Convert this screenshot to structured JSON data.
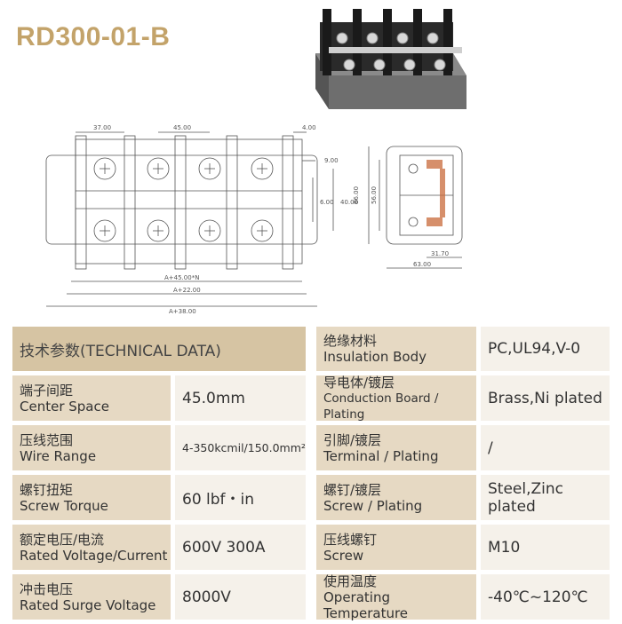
{
  "model": "RD300-01-B",
  "dims": {
    "d1": "37.00",
    "d2": "45.00",
    "d3": "4.00",
    "d4": "9.00",
    "d5": "40.00",
    "d6": "6.00",
    "d7": "A+45.00*N",
    "d8": "A+22.00",
    "d9": "A+38.00",
    "s1": "86.00",
    "s2": "56.00",
    "s3": "31.70",
    "s4": "63.00"
  },
  "table": {
    "header_label": "技术参数(TECHNICAL DATA)",
    "left": [
      {
        "zh": "端子间距",
        "en": "Center Space",
        "value": "45.0mm"
      },
      {
        "zh": "压线范围",
        "en": "Wire Range",
        "value": "4-350kcmil/150.0mm²"
      },
      {
        "zh": "螺钉扭矩",
        "en": "Screw Torque",
        "value": "60 lbf・in"
      },
      {
        "zh": "额定电压/电流",
        "en": "Rated Voltage/Current",
        "value": "600V 300A"
      },
      {
        "zh": "冲击电压",
        "en": "Rated Surge Voltage",
        "value": "8000V"
      }
    ],
    "right": [
      {
        "zh": "绝缘材料",
        "en": "Insulation Body",
        "value": "PC,UL94,V-0"
      },
      {
        "zh": "导电体/镀层",
        "en": "Conduction Board / Plating",
        "value": "Brass,Ni plated"
      },
      {
        "zh": "引脚/镀层",
        "en": "Terminal / Plating",
        "value": "/"
      },
      {
        "zh": "螺钉/镀层",
        "en": "Screw / Plating",
        "value": "Steel,Zinc plated"
      },
      {
        "zh": "压线螺钉",
        "en": "Screw",
        "value": "M10"
      },
      {
        "zh": "使用温度",
        "en": "Operating Temperature",
        "value": "-40℃~120℃"
      }
    ]
  }
}
